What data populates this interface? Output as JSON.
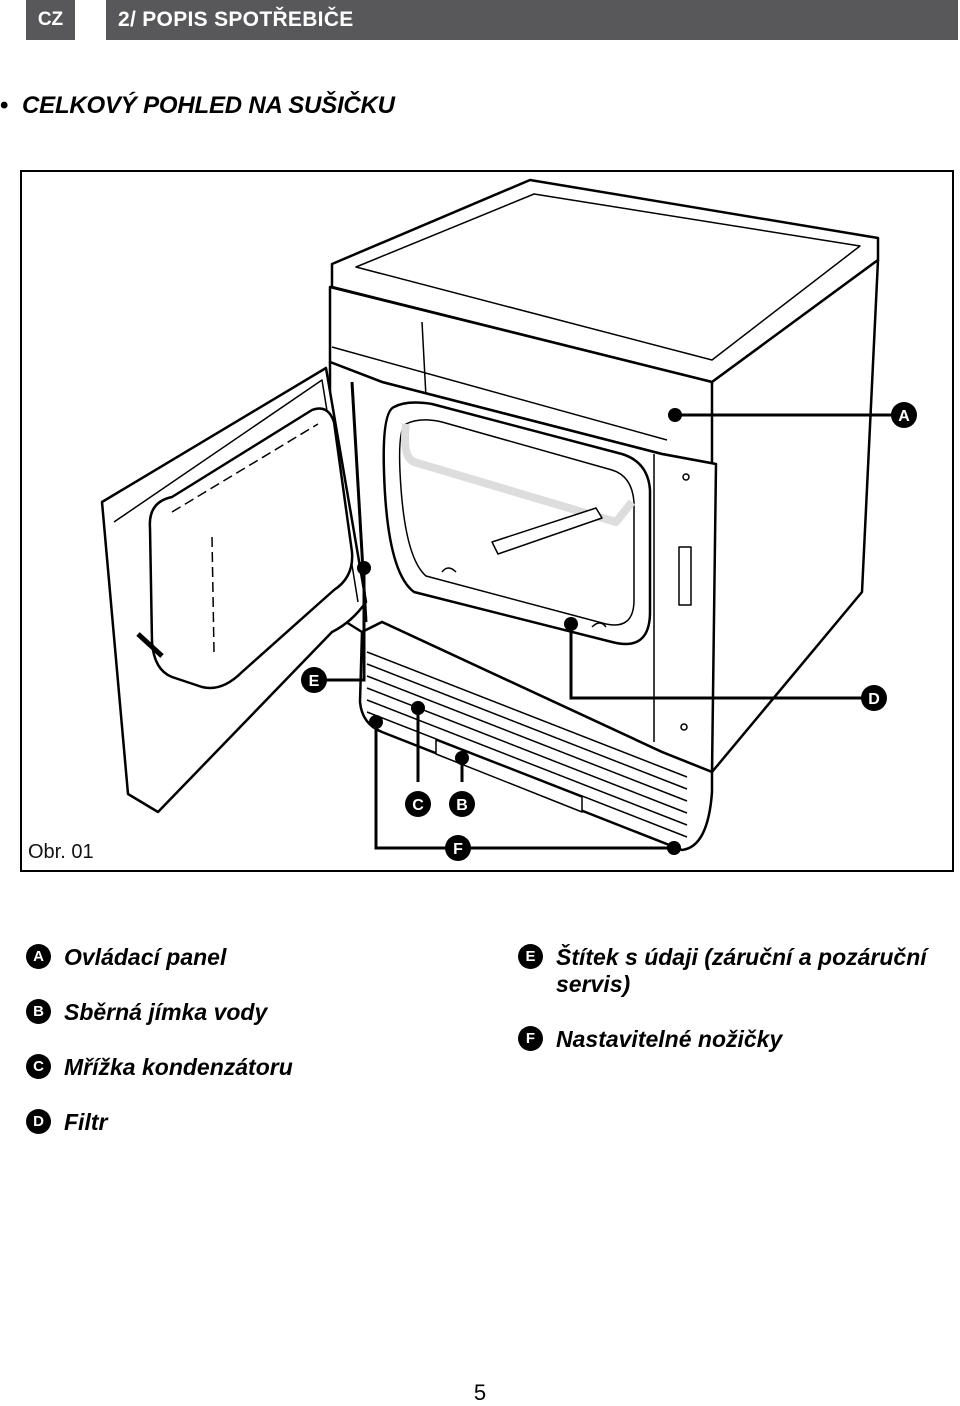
{
  "header": {
    "lang": "CZ",
    "title": "2/ POPIS SPOTŘEBIČE"
  },
  "section": {
    "bullet": "•",
    "title": "CELKOVÝ POHLED NA SUŠIČKU"
  },
  "figure": {
    "caption": "Obr. 01",
    "callouts": [
      "A",
      "B",
      "C",
      "D",
      "E",
      "F"
    ]
  },
  "legend": [
    {
      "letter": "A",
      "text": "Ovládací panel"
    },
    {
      "letter": "B",
      "text": "Sběrná jímka vody"
    },
    {
      "letter": "C",
      "text": "Mřížka kondenzátoru"
    },
    {
      "letter": "D",
      "text": "Filtr"
    },
    {
      "letter": "E",
      "text": "Štítek s údaji (záruční a pozáruční servis)"
    },
    {
      "letter": "F",
      "text": "Nastavitelné nožičky"
    }
  ],
  "page_number": "5"
}
